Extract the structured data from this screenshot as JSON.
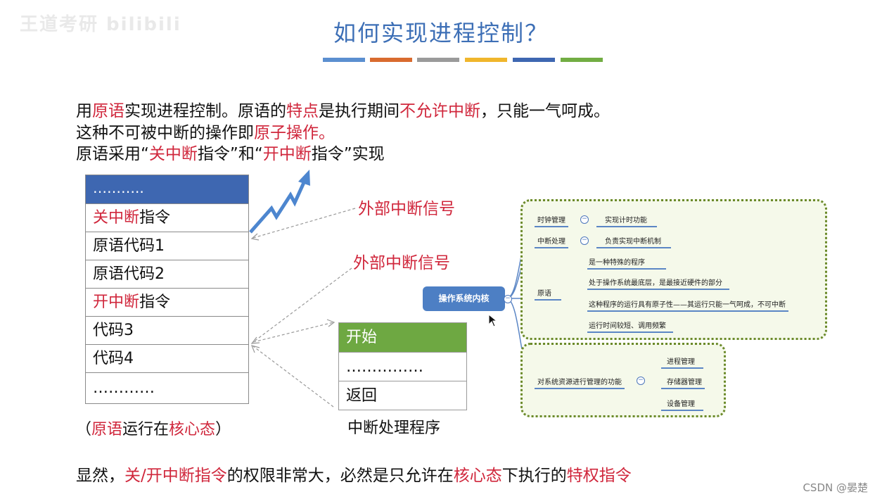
{
  "watermark": "王道考研 bilibili",
  "title": "如何实现进程控制？",
  "color_bars": [
    "#5b8fd0",
    "#d96b2f",
    "#9a9a9a",
    "#f0b62c",
    "#3e67b1",
    "#72ad43"
  ],
  "intro": {
    "line1": {
      "p1": "用",
      "p2": "原语",
      "p3": "实现进程控制。原语的",
      "p4": "特点",
      "p5": "是执行期间",
      "p6": "不允许中断",
      "p7": "，只能一气呵成。"
    },
    "line2": {
      "p1": "这种不可被中断的操作即",
      "p2": "原子操作。"
    },
    "line3": {
      "p1": "原语采用“",
      "p2": "关中断",
      "p3": "指令”和“",
      "p4": "开中断",
      "p5": "指令”实现"
    }
  },
  "stack": {
    "header": "………..",
    "rows": [
      {
        "red": "关中断",
        "text": "指令"
      },
      {
        "red": "",
        "text": "原语代码1"
      },
      {
        "red": "",
        "text": "原语代码2"
      },
      {
        "red": "开中断",
        "text": "指令"
      },
      {
        "red": "",
        "text": "代码3"
      },
      {
        "red": "",
        "text": "代码4"
      },
      {
        "red": "",
        "text": "…………"
      }
    ],
    "caption": {
      "p1": "（",
      "p2": "原语",
      "p3": "运行在",
      "p4": "核心态",
      "p5": "）"
    }
  },
  "signal_labels": [
    "外部中断信号",
    "外部中断信号"
  ],
  "handler": {
    "rows": [
      "开始",
      "……………",
      "返回"
    ],
    "caption": "中断处理程序"
  },
  "mindmap": {
    "core": "操作系统内核",
    "clock": {
      "label": "时钟管理",
      "child": "实现计时功能"
    },
    "interrupt": {
      "label": "中断处理",
      "child": "负责实现中断机制"
    },
    "primitive": {
      "label": "原语",
      "children": [
        "是一种特殊的程序",
        "处于操作系统最底层，是最接近硬件的部分",
        "这种程序的运行具有原子性——其运行只能一气呵成，不可中断",
        "运行时间较短、调用频繁"
      ]
    },
    "resource": {
      "label": "对系统资源进行管理的功能",
      "children": [
        "进程管理",
        "存储器管理",
        "设备管理"
      ]
    }
  },
  "footer": {
    "p1": "显然，",
    "p2": "关/开中断指令",
    "p3": "的权限非常大，必然是只允许在",
    "p4": "核心态",
    "p5": "下执行的",
    "p6": "特权指令"
  },
  "credit": "CSDN @晏楚"
}
